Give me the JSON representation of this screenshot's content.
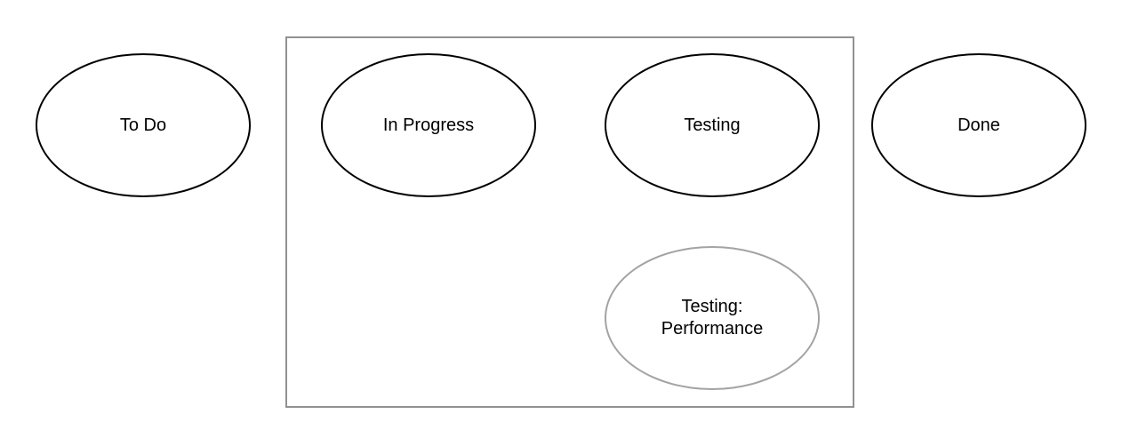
{
  "diagram": {
    "type": "flow-state-diagram",
    "nodes": [
      {
        "id": "todo",
        "label": "To Do"
      },
      {
        "id": "in-progress",
        "label": "In Progress"
      },
      {
        "id": "testing",
        "label": "Testing"
      },
      {
        "id": "done",
        "label": "Done"
      },
      {
        "id": "testing-performance",
        "label": "Testing: Performance"
      }
    ],
    "colors": {
      "node_stroke": "#000000",
      "subnode_stroke": "#a3a3a3",
      "container_stroke": "#919191",
      "fill": "#ffffff",
      "text": "#000000"
    }
  }
}
